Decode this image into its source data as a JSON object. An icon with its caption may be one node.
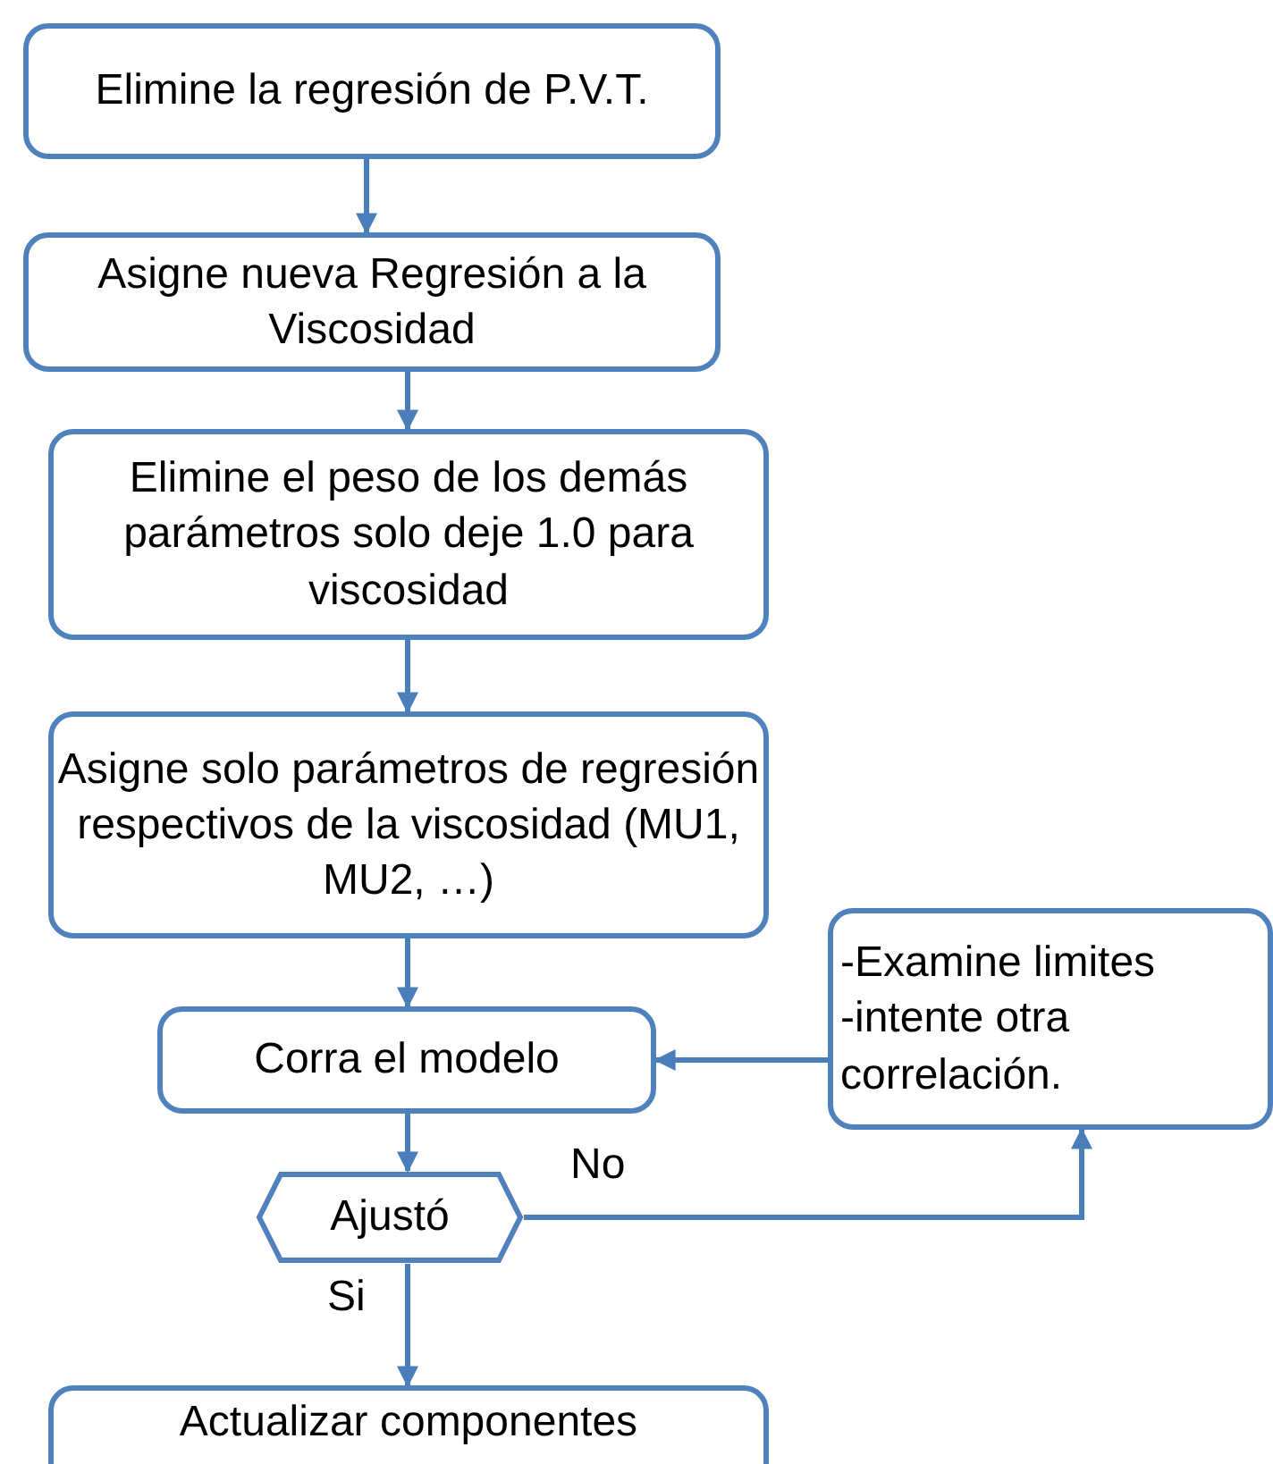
{
  "diagram": {
    "nodes": [
      {
        "text": [
          "Elimine la regresión de P.V.T."
        ]
      },
      {
        "text": [
          "Asigne nueva Regresión a la Viscosidad"
        ]
      },
      {
        "text": [
          "Elimine el peso de los demás parámetros solo deje 1.0 para viscosidad"
        ]
      },
      {
        "text": [
          "Asigne solo parámetros de regresión respectivos de la viscosidad (MU1, MU2, …)"
        ]
      },
      {
        "text": [
          "Corra el modelo"
        ]
      },
      {
        "text": [
          "Ajustó"
        ]
      },
      {
        "text": [
          "-Examine limites",
          "-intente otra correlación."
        ]
      },
      {
        "text": [
          "Actualizar componentes"
        ]
      }
    ],
    "edges": [
      {
        "from": 0,
        "to": 1,
        "arrow": "to"
      },
      {
        "from": 1,
        "to": 2,
        "arrow": "to"
      },
      {
        "from": 2,
        "to": 3,
        "arrow": "to"
      },
      {
        "from": 3,
        "to": 4,
        "arrow": "to"
      },
      {
        "from": 4,
        "to": 5,
        "arrow": "to"
      },
      {
        "from": 5,
        "to": 7,
        "arrow": "to",
        "label": "Si"
      },
      {
        "from": 5,
        "to": 6,
        "arrow": "to",
        "label": "No"
      },
      {
        "from": 6,
        "to": 4,
        "arrow": "to"
      }
    ]
  }
}
